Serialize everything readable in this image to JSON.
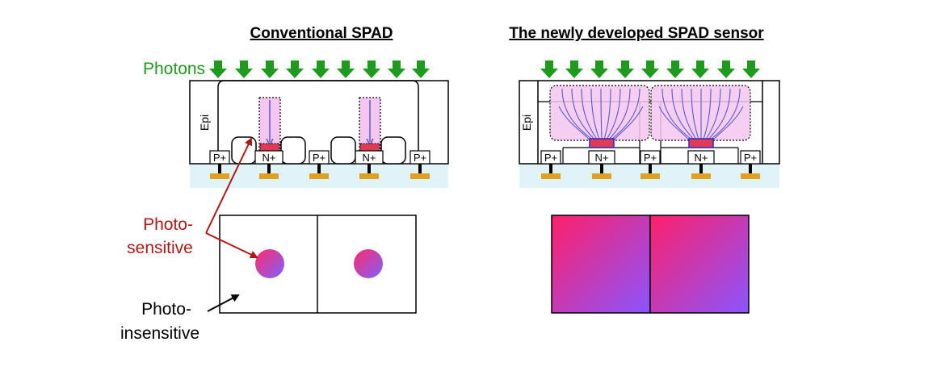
{
  "titles": {
    "conventional": "Conventional SPAD",
    "new": "The newly developed SPAD sensor"
  },
  "labels": {
    "photons": "Photons",
    "epi_left": "Epi",
    "epi_right": "Epi",
    "photo_sensitive_line1": "Photo-",
    "photo_sensitive_line2": "sensitive",
    "photo_insensitive_line1": "Photo-",
    "photo_insensitive_line2": "insensitive"
  },
  "doping": {
    "p_plus": "P+",
    "n_plus": "N+"
  },
  "colors": {
    "photon_arrow": "#1e9a1e",
    "photons_text": "#1e9a1e",
    "photo_sensitive_text": "#b01818",
    "substrate": "#dff3f8",
    "contact": "#e0a020",
    "n_region": "#e23a52",
    "field_lines": "#5a5ad0",
    "sensitive_fill": "#f4c6f0",
    "gradient_start": "#ff1f6a",
    "gradient_end": "#8a55ff"
  }
}
